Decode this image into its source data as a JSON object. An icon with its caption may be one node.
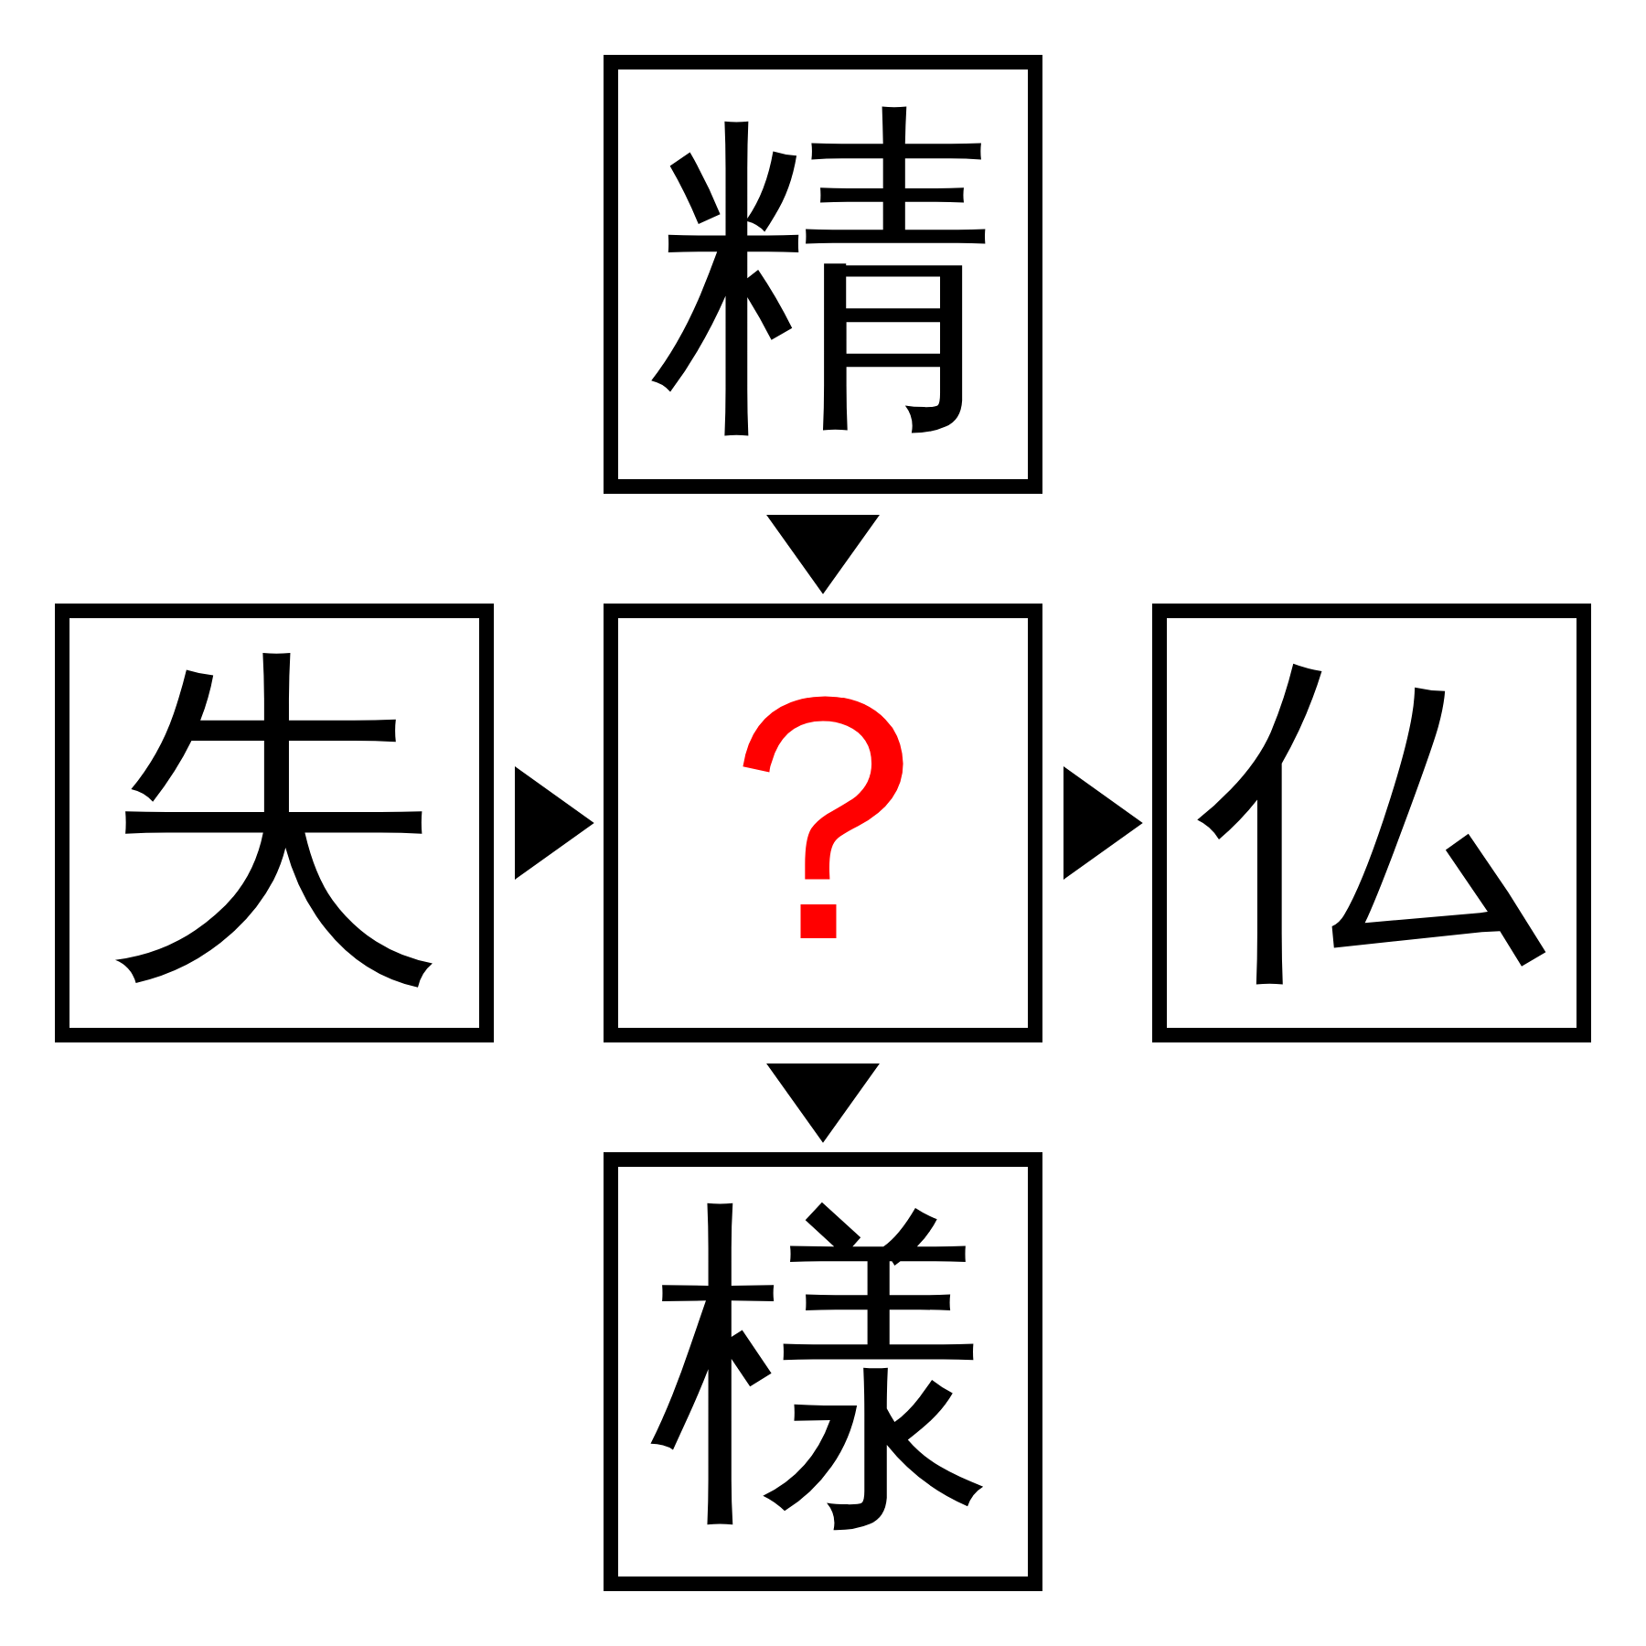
{
  "diagram": {
    "nodes": [
      {
        "text": [
          "精"
        ]
      },
      {
        "text": [
          "失"
        ]
      },
      {
        "text": [
          "？"
        ]
      },
      {
        "text": [
          "仏"
        ]
      },
      {
        "text": [
          "様"
        ]
      }
    ],
    "edges": [
      {
        "from": 0,
        "to": 2,
        "arrow": "to"
      },
      {
        "from": 1,
        "to": 2,
        "arrow": "to"
      },
      {
        "from": 2,
        "to": 3,
        "arrow": "to"
      },
      {
        "from": 2,
        "to": 4,
        "arrow": "to"
      }
    ]
  }
}
